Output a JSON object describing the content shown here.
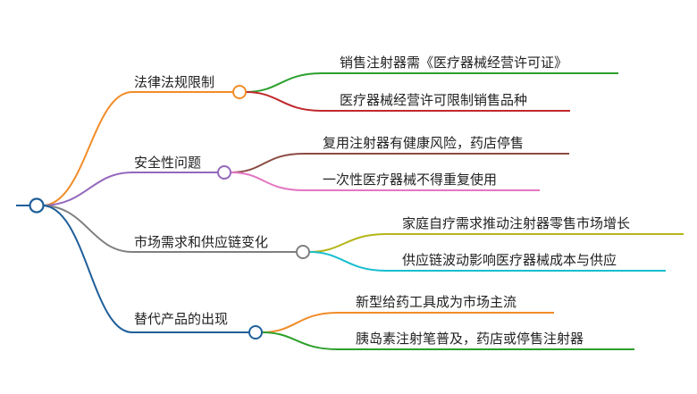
{
  "mindmap": {
    "root": {
      "label": "",
      "color": "#1f5f9a"
    },
    "branches": [
      {
        "label": "法律法规限制",
        "color": "#f28c28",
        "children": [
          {
            "label": "销售注射器需《医疗器械经营许可证》",
            "color": "#2ca02c"
          },
          {
            "label": "医疗器械经营许可限制销售品种",
            "color": "#c0282d"
          }
        ]
      },
      {
        "label": "安全性问题",
        "color": "#9467bd",
        "children": [
          {
            "label": "复用注射器有健康风险，药店停售",
            "color": "#8c4a44"
          },
          {
            "label": "一次性医疗器械不得重复使用",
            "color": "#e377c2"
          }
        ]
      },
      {
        "label": "市场需求和供应链变化",
        "color": "#7f7f7f",
        "children": [
          {
            "label": "家庭自疗需求推动注射器零售市场增长",
            "color": "#b5b51a"
          },
          {
            "label": "供应链波动影响医疗器械成本与供应",
            "color": "#17becf"
          }
        ]
      },
      {
        "label": "替代产品的出现",
        "color": "#1f5f9a",
        "children": [
          {
            "label": "新型给药工具成为市场主流",
            "color": "#f28c28"
          },
          {
            "label": "胰岛素注射笔普及，药店或停售注射器",
            "color": "#2ca02c"
          }
        ]
      }
    ]
  }
}
